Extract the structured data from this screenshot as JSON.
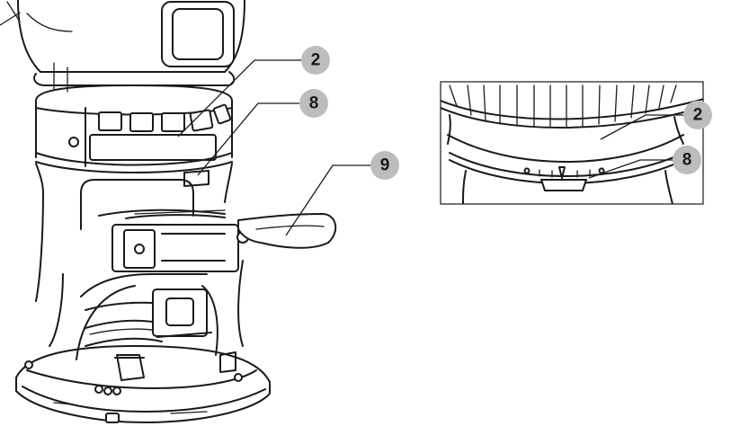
{
  "callouts": [
    {
      "id": "main-2",
      "label": "2"
    },
    {
      "id": "main-8",
      "label": "8"
    },
    {
      "id": "main-9",
      "label": "9"
    },
    {
      "id": "inset-2",
      "label": "2"
    },
    {
      "id": "inset-8",
      "label": "8"
    }
  ],
  "colors": {
    "line": "#1a1a1a",
    "callout_fill": "#bdbdbd",
    "background": "#ffffff"
  }
}
